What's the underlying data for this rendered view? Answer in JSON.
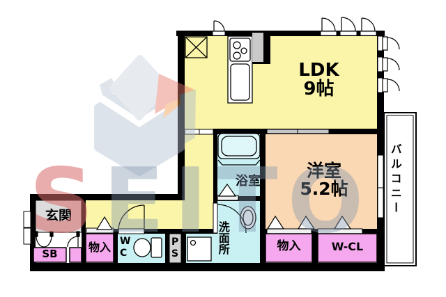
{
  "floorplan": {
    "rooms": {
      "ldk": {
        "label": "LDK",
        "size": "9帖"
      },
      "western_room": {
        "label": "洋室",
        "size": "5.2帖"
      },
      "balcony": {
        "label": "バルコニー"
      },
      "bathroom": {
        "label": "浴室"
      },
      "washroom": {
        "label": "洗面所"
      },
      "entrance": {
        "label": "玄関"
      },
      "toilet": {
        "line1": "W",
        "line2": "C"
      },
      "pipe_space": {
        "line1": "P",
        "line2": "S"
      },
      "shoe_box": {
        "label": "SB"
      },
      "storage_hall": {
        "label": "物入"
      },
      "storage_bedroom": {
        "label": "物入"
      },
      "walk_in_closet": {
        "label": "W-CL"
      }
    },
    "watermark": {
      "brand_first_letter": "S",
      "brand_rest": "EITO"
    },
    "colors": {
      "ldk": "#FAF5A9",
      "western": "#FAD8B3",
      "wet": "#C9F1F4",
      "pink": "#F6A8EF",
      "entrance": "#DCDCDC",
      "ps": "#D2D2D2",
      "wall": "#000000",
      "track": "#C6C6C6",
      "tub": "#DFF7F9"
    }
  }
}
